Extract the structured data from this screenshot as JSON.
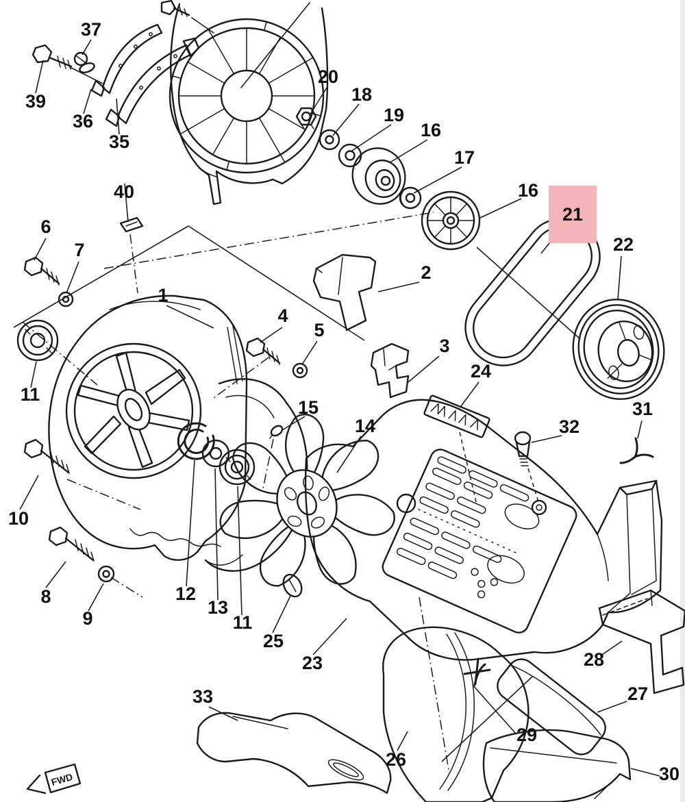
{
  "diagram_kind": "exploded-parts-diagram",
  "colors": {
    "background": "#ffffff",
    "line_art": "#1b1b1b",
    "highlight_box": "#f4b5ba",
    "highlight_label": "#7b151b",
    "label": "#111111",
    "edge_strip": "#ebebeb"
  },
  "highlighted_part": "21",
  "fwd_marker": {
    "label": "FWD"
  },
  "labels": [
    {
      "text": "37"
    },
    {
      "text": "39"
    },
    {
      "text": "36"
    },
    {
      "text": "35"
    },
    {
      "text": "40"
    },
    {
      "text": "20"
    },
    {
      "text": "18"
    },
    {
      "text": "19"
    },
    {
      "text": "16"
    },
    {
      "text": "17"
    },
    {
      "text": "16"
    },
    {
      "text": "21"
    },
    {
      "text": "22"
    },
    {
      "text": "6"
    },
    {
      "text": "7"
    },
    {
      "text": "1"
    },
    {
      "text": "2"
    },
    {
      "text": "4"
    },
    {
      "text": "5"
    },
    {
      "text": "3"
    },
    {
      "text": "24"
    },
    {
      "text": "32"
    },
    {
      "text": "31"
    },
    {
      "text": "11"
    },
    {
      "text": "15"
    },
    {
      "text": "14"
    },
    {
      "text": "10"
    },
    {
      "text": "8"
    },
    {
      "text": "9"
    },
    {
      "text": "12"
    },
    {
      "text": "13"
    },
    {
      "text": "11"
    },
    {
      "text": "25"
    },
    {
      "text": "23"
    },
    {
      "text": "33"
    },
    {
      "text": "26"
    },
    {
      "text": "29"
    },
    {
      "text": "27"
    },
    {
      "text": "28"
    },
    {
      "text": "30"
    }
  ]
}
